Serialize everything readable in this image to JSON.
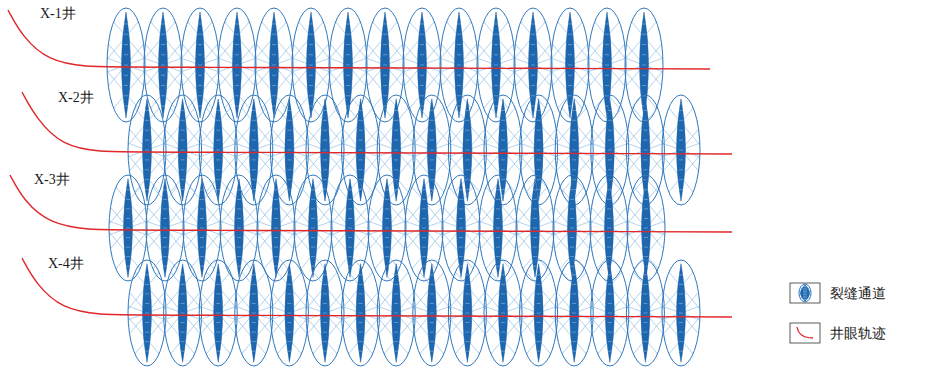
{
  "diagram": {
    "labels": [
      "X-1井",
      "X-2井",
      "X-3井",
      "X-4井"
    ],
    "legend": [
      {
        "text": "裂缝通道"
      },
      {
        "text": "井眼轨迹"
      }
    ]
  }
}
